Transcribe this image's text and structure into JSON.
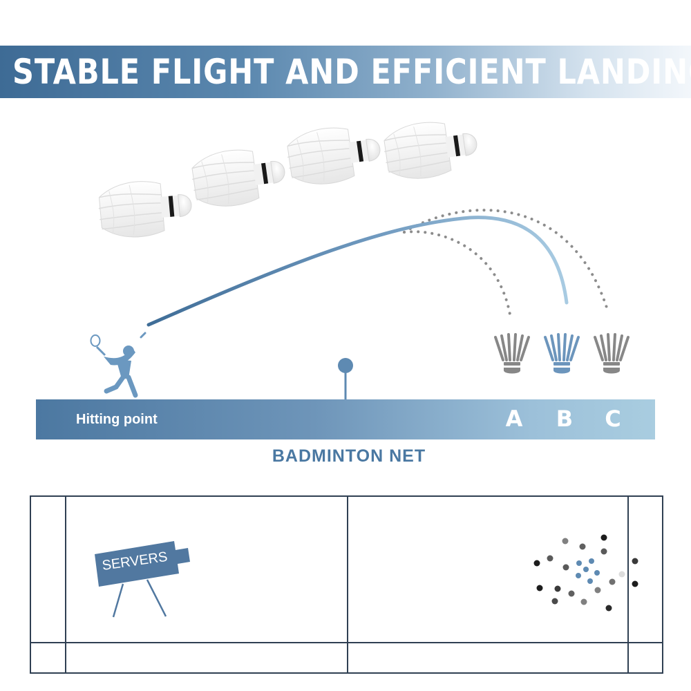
{
  "banner": {
    "title": "STABLE FLIGHT AND EFFICIENT LANDING"
  },
  "diagram": {
    "hitting_point_label": "Hitting point",
    "landing_points": [
      "A",
      "B",
      "C"
    ],
    "net_label": "BADMINTON NET"
  },
  "court": {
    "servers_label": "SERVERS"
  },
  "colors": {
    "primary_blue": "#4a78a2",
    "light_blue": "#8fb6d4",
    "gray": "#8a8a8a",
    "court_line": "#2f3f52"
  }
}
